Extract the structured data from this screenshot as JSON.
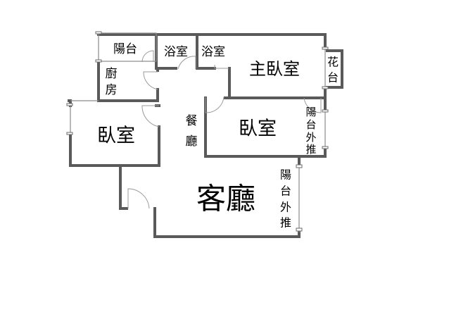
{
  "floor_plan": {
    "rooms": {
      "balcony_top": "陽台",
      "kitchen": [
        "廚",
        "房"
      ],
      "bathroom_1": "浴室",
      "bathroom_2": "浴室",
      "master_bedroom": "主臥室",
      "planter": [
        "花",
        "台"
      ],
      "bedroom_left": "臥室",
      "dining": [
        "餐",
        "廳"
      ],
      "bedroom_right": "臥室",
      "balcony_ext_1": [
        "陽",
        "台",
        "外",
        "推"
      ],
      "living_room": "客廳",
      "balcony_ext_2": [
        "陽",
        "台",
        "外",
        "推"
      ]
    },
    "colors": {
      "wall": "#5a5a5a",
      "window": "#8a8a8a",
      "background": "#ffffff"
    }
  }
}
